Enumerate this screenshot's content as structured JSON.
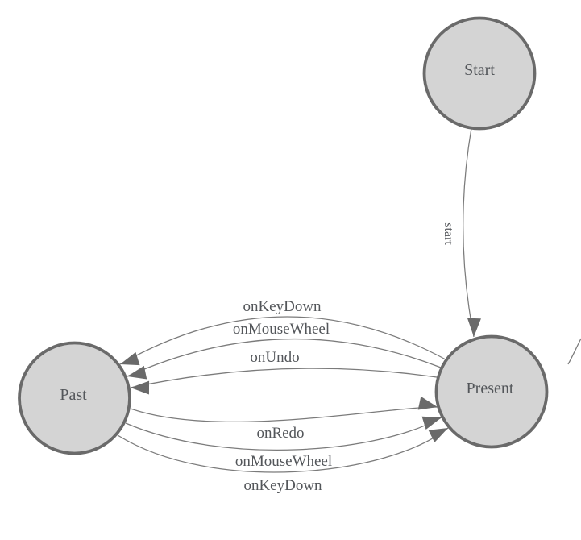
{
  "diagram": {
    "type": "finite-state-machine",
    "background": "#ffffff",
    "colors": {
      "node_fill": "#d4d4d4",
      "node_stroke": "#6a6a6a",
      "edge_stroke": "#7b7b7b",
      "arrowhead_fill": "#6a6a6a",
      "label_text": "#53565a"
    },
    "states": [
      {
        "id": "start-node",
        "label": "Start"
      },
      {
        "id": "present-node",
        "label": "Present"
      },
      {
        "id": "past-node",
        "label": "Past"
      }
    ],
    "transitions": [
      {
        "from": "Start",
        "to": "Present",
        "label": "start"
      },
      {
        "from": "Present",
        "to": "Past",
        "label": "onKeyDown"
      },
      {
        "from": "Present",
        "to": "Past",
        "label": "onMouseWheel"
      },
      {
        "from": "Present",
        "to": "Past",
        "label": "onUndo"
      },
      {
        "from": "Past",
        "to": "Present",
        "label": "onRedo"
      },
      {
        "from": "Past",
        "to": "Present",
        "label": "onMouseWheel"
      },
      {
        "from": "Past",
        "to": "Present",
        "label": "onKeyDown"
      }
    ]
  }
}
